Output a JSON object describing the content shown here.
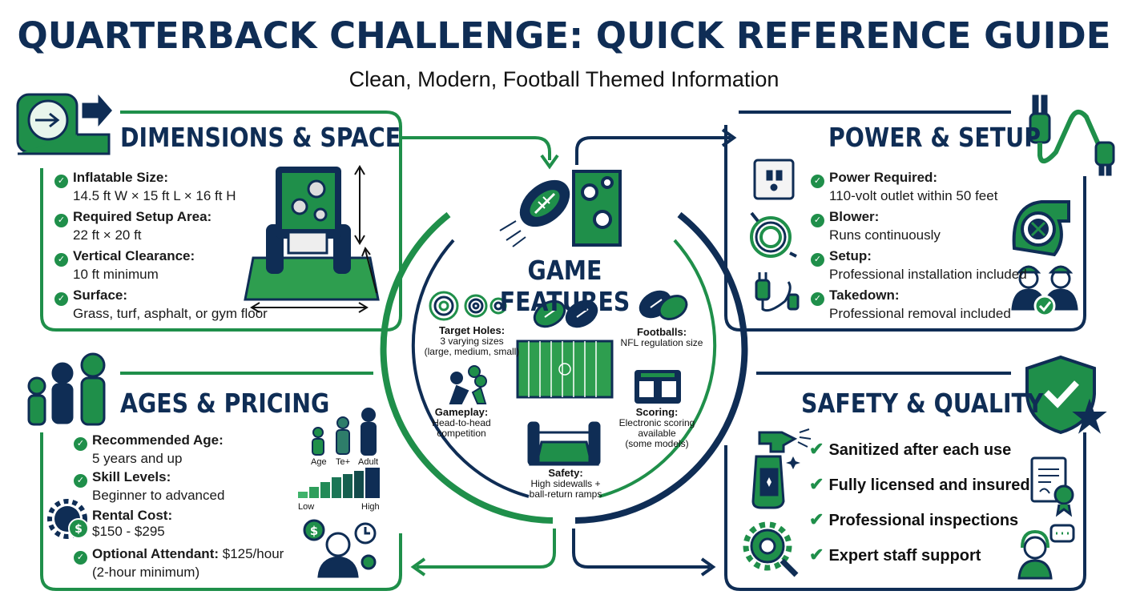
{
  "header": {
    "title": "QUARTERBACK CHALLENGE: QUICK REFERENCE GUIDE",
    "subtitle": "Clean, Modern, Football Themed Information"
  },
  "colors": {
    "navy": "#0f2d55",
    "green": "#1f8f4a",
    "field": "#2e9e4f"
  },
  "dimensions": {
    "title": "DIMENSIONS & SPACE",
    "items": [
      {
        "label": "Inflatable Size:",
        "value": "14.5 ft W × 15 ft L × 16 ft H"
      },
      {
        "label": "Required Setup Area:",
        "value": "22 ft × 20 ft"
      },
      {
        "label": "Vertical Clearance:",
        "value": "10 ft minimum"
      },
      {
        "label": "Surface:",
        "value": "Grass, turf, asphalt, or gym floor"
      }
    ]
  },
  "ages": {
    "title": "AGES & PRICING",
    "items": [
      {
        "label": "Recommended Age:",
        "value": "5 years and up"
      },
      {
        "label": "Skill Levels:",
        "value": "Beginner to advanced"
      },
      {
        "label": "Rental Cost:",
        "value": "$150 - $295"
      },
      {
        "label": "Optional Attendant:",
        "value": " $125/hour",
        "value2": "(2-hour minimum)"
      }
    ],
    "age_labels": [
      "Age",
      "Te+",
      "Adult"
    ],
    "skill_low": "Low",
    "skill_high": "High"
  },
  "game": {
    "title": "GAME FEATURES",
    "features": [
      {
        "label": "Target Holes:",
        "lines": [
          "3 varying sizes",
          "(large, medium, small)"
        ]
      },
      {
        "label": "Footballs:",
        "lines": [
          "NFL regulation size"
        ]
      },
      {
        "label": "Gameplay:",
        "lines": [
          "Head-to-head",
          "competition"
        ]
      },
      {
        "label": "Scoring:",
        "lines": [
          "Electronic scoring",
          "available",
          "(some models)"
        ]
      },
      {
        "label": "Safety:",
        "lines": [
          "High sidewalls +",
          "ball-return ramps"
        ]
      }
    ]
  },
  "power": {
    "title": "POWER & SETUP",
    "items": [
      {
        "label": "Power Required:",
        "value": "110-volt outlet within 50 feet"
      },
      {
        "label": "Blower:",
        "value": "Runs continuously"
      },
      {
        "label": "Setup:",
        "value": "Professional installation included"
      },
      {
        "label": "Takedown:",
        "value": "Professional removal included"
      }
    ]
  },
  "safety": {
    "title": "SAFETY & QUALITY",
    "items": [
      "Sanitized after each use",
      "Fully licensed and insured",
      "Professional inspections",
      "Expert staff support"
    ]
  },
  "icons": [
    "tape-measure-icon",
    "target-frame-icon",
    "family-icon",
    "gear-dollar-icon",
    "attendant-icon",
    "football-icon",
    "target-board-icon",
    "plug-icon",
    "outlet-icon",
    "cord-icon",
    "blower-icon",
    "staff-icon",
    "shield-check-icon",
    "spray-bottle-icon",
    "certificate-icon",
    "gear-search-icon",
    "headset-agent-icon"
  ]
}
